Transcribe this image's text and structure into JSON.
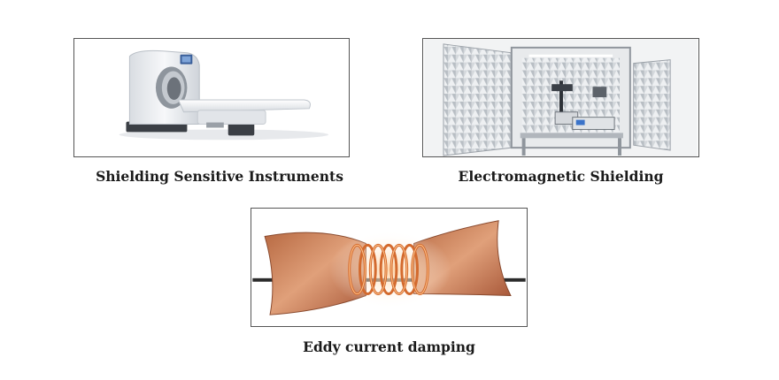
{
  "panels": [
    {
      "caption": "Shielding Sensitive Instruments",
      "image": "ct-scanner-image"
    },
    {
      "caption": "Electromagnetic Shielding",
      "image": "shielded-enclosure-image"
    },
    {
      "caption": "Eddy current damping",
      "image": "copper-plates-coil-image"
    }
  ],
  "colors": {
    "frame_border": "#555555",
    "caption_text": "#1a1a1a",
    "copper": "#c97a50",
    "coil_glow": "#ff9a3c"
  }
}
